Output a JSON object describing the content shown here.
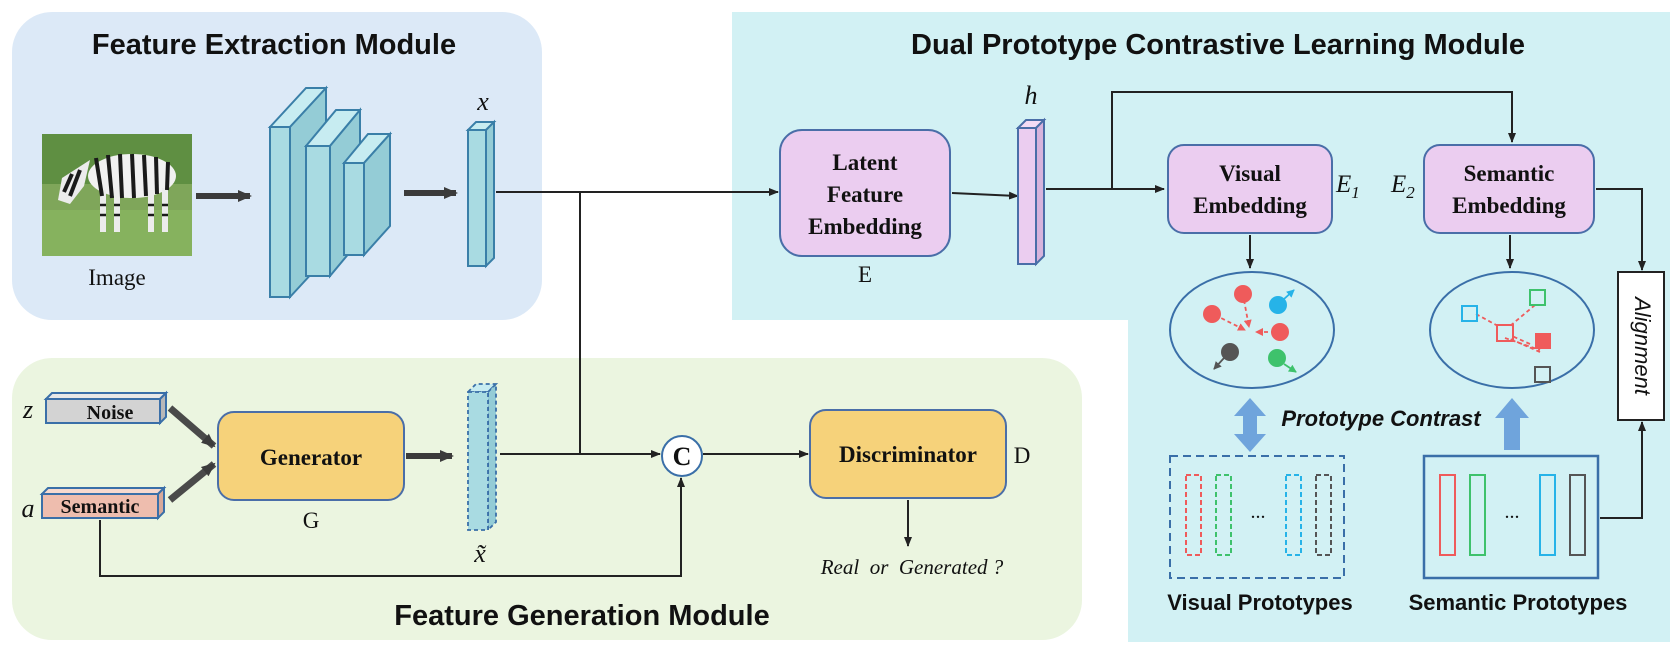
{
  "modules": {
    "feature_extraction": "Feature Extraction Module",
    "dual_prototype": "Dual Prototype Contrastive Learning Module",
    "feature_generation": "Feature Generation Module"
  },
  "labels": {
    "image": "Image",
    "x": "x",
    "h": "h",
    "x_tilde": "x̃",
    "z": "z",
    "a": "a",
    "E": "E",
    "G": "G",
    "D": "D",
    "E1": "E",
    "E1_sub": "1",
    "E2": "E",
    "E2_sub": "2",
    "concat": "C",
    "ellipsis_visual": "...",
    "ellipsis_semantic": "...",
    "real_or_generated": "Real  or  Generated ?",
    "prototype_contrast": "Prototype Contrast",
    "visual_prototypes": "Visual Prototypes",
    "semantic_prototypes": "Semantic Prototypes",
    "alignment": "Alignment"
  },
  "boxes": {
    "latent_line1": "Latent",
    "latent_line2": "Feature",
    "latent_line3": "Embedding",
    "visual_line1": "Visual",
    "visual_line2": "Embedding",
    "semantic_line1": "Semantic",
    "semantic_line2": "Embedding",
    "generator": "Generator",
    "discriminator": "Discriminator",
    "noise": "Noise",
    "semantic_input": "Semantic"
  },
  "colors": {
    "extraction_bg": "#dce9f7",
    "dual_bg": "#d2f1f4",
    "generation_bg": "#ebf5e0",
    "embedding_fill": "#ebcdf0",
    "embedding_stroke": "#4a6ea8",
    "gen_fill": "#f6d27a",
    "feature_fill": "#a9dbe2",
    "arrow_blue": "#6fa4dc",
    "proto_red": "#ef5b5b",
    "proto_green": "#3ec26c",
    "proto_blue": "#26b3e8",
    "proto_gray": "#555555"
  }
}
